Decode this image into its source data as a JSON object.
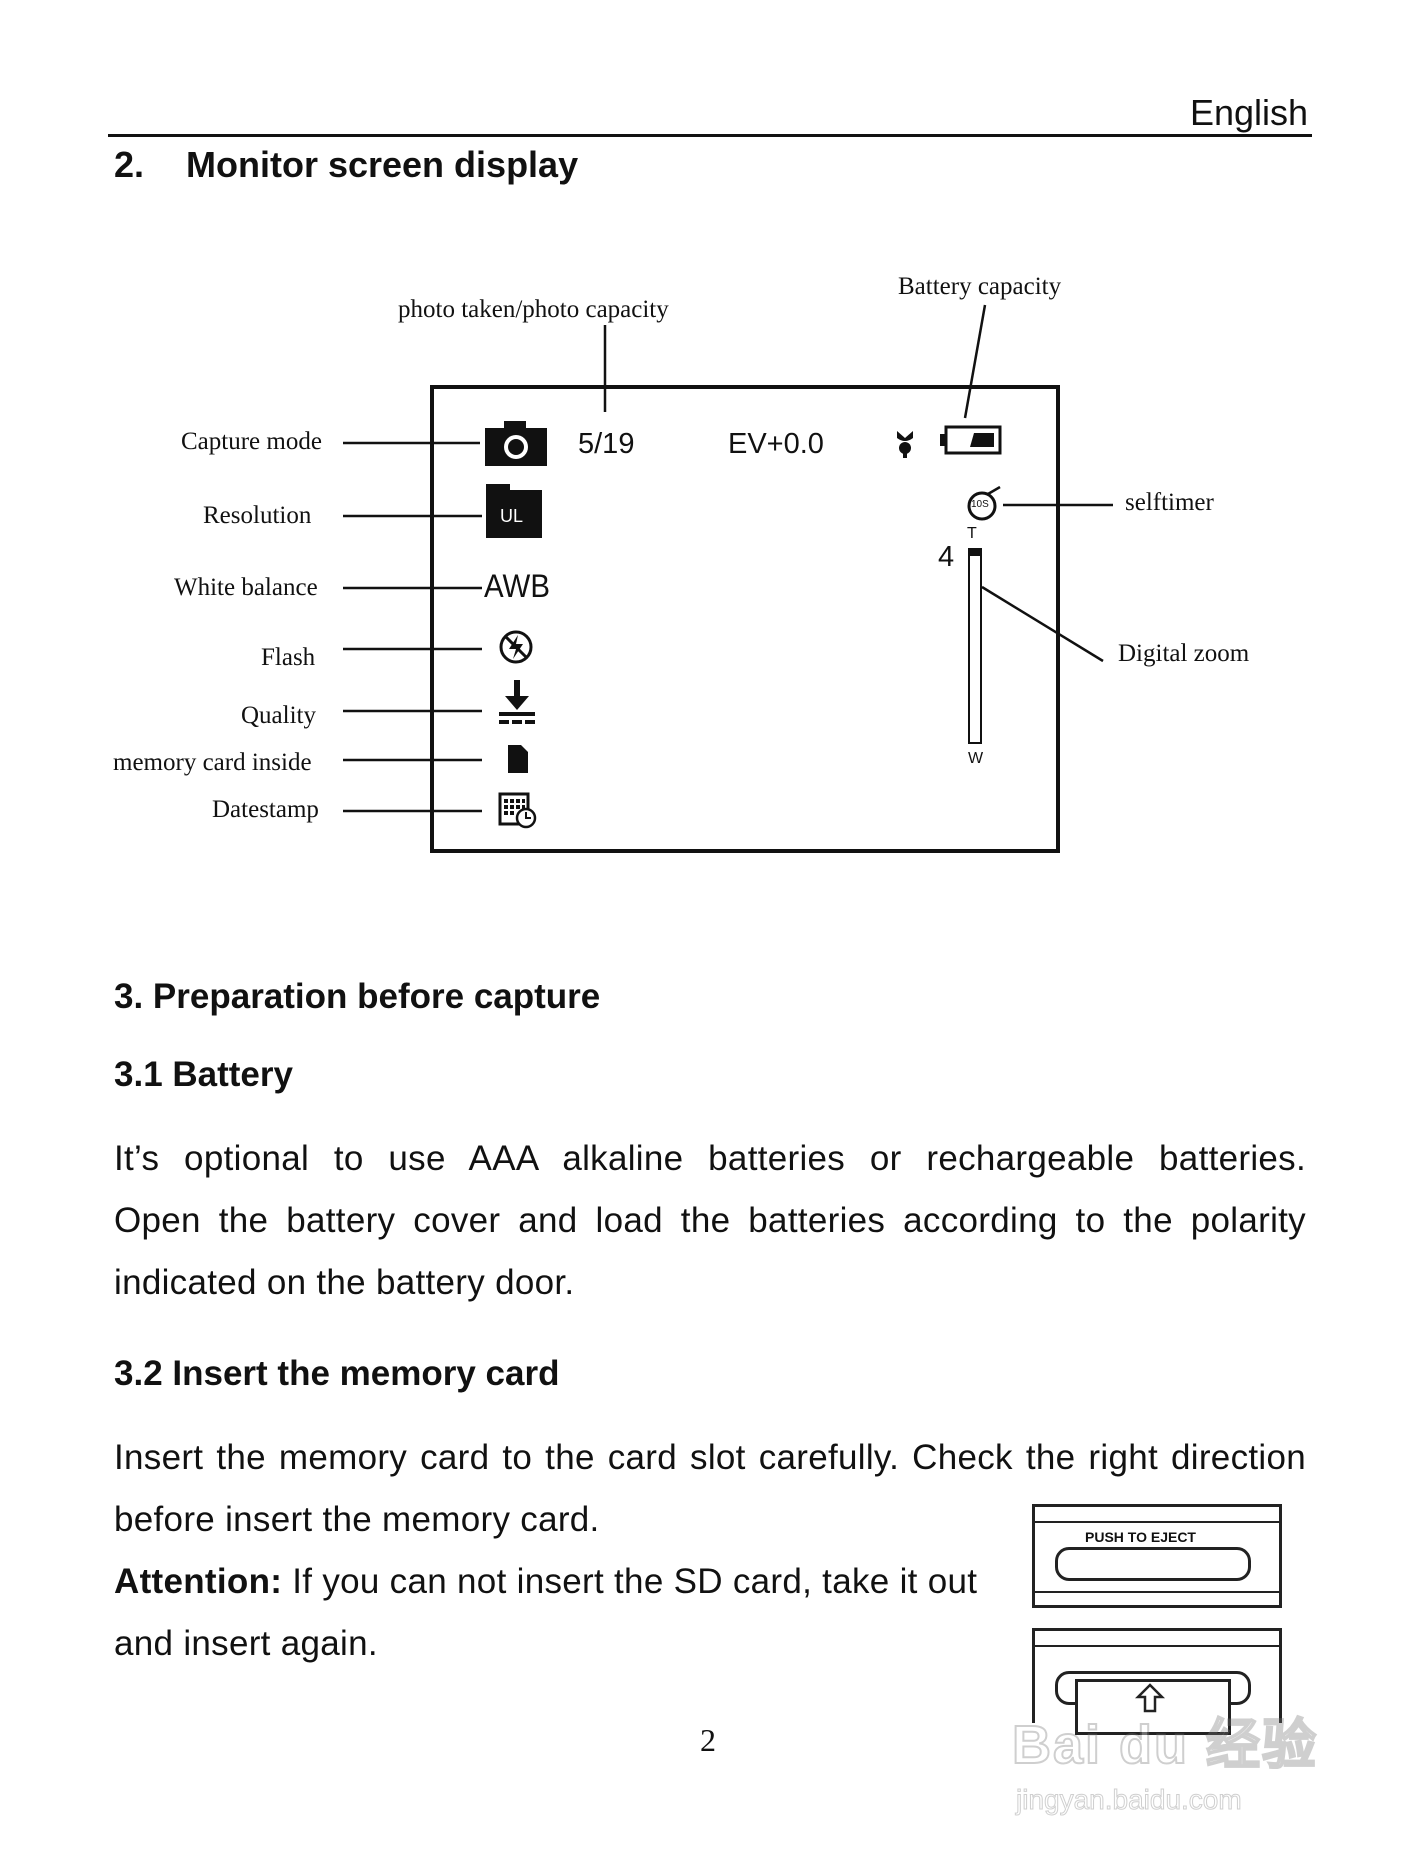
{
  "header": {
    "language": "English"
  },
  "section2": {
    "number": "2.",
    "title": "Monitor screen display"
  },
  "diagram": {
    "callouts": {
      "photo_count": "photo taken/photo capacity",
      "battery": "Battery capacity",
      "capture_mode": "Capture mode",
      "resolution": "Resolution",
      "white_balance": "White balance",
      "flash": "Flash",
      "quality": "Quality",
      "memory_card": "memory card inside",
      "datestamp": "Datestamp",
      "selftimer": "selftimer",
      "digital_zoom": "Digital zoom"
    },
    "screen": {
      "photo_count": "5/19",
      "ev": "EV+0.0",
      "resolution_badge": "UL",
      "white_balance": "AWB",
      "selftimer_badge": "10S",
      "zoom_level": "4",
      "zoom_top": "T",
      "zoom_bottom": "W",
      "zoom_level_fraction": 0.03
    }
  },
  "section3": {
    "title": "3. Preparation before capture",
    "battery": {
      "title": "3.1 Battery",
      "lines": [
        "It’s optional to use AAA alkaline batteries or rechargeable batteries.",
        "Open the battery cover and load the batteries according to the polarity",
        "indicated on the battery door."
      ]
    },
    "memory": {
      "title": "3.2 Insert the memory card",
      "lines": [
        "Insert the memory card to the card slot carefully. Check the right direction",
        "before insert the memory card."
      ],
      "attention_label": "Attention:",
      "attention_text": " If you can not insert the SD card, take it out",
      "attention_text2": "and insert again.",
      "card_slot_label": "PUSH TO EJECT"
    }
  },
  "page_number": "2",
  "watermark": {
    "brand": "Bai du 经验",
    "url": "jingyan.baidu.com"
  }
}
